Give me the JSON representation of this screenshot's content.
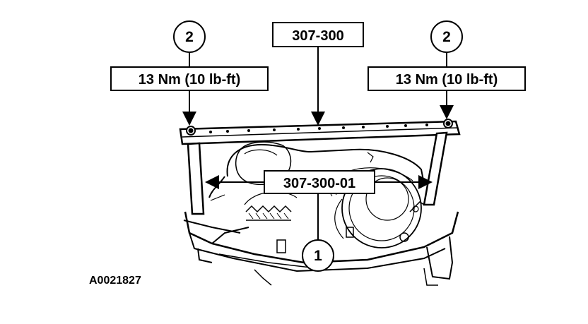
{
  "figure_id": "A0021827",
  "callouts": {
    "tool_main": "307-300",
    "tool_adapter": "307-300-01",
    "torque_left": "13 Nm (10 lb-ft)",
    "torque_right": "13 Nm (10 lb-ft)",
    "item_left": "2",
    "item_right": "2",
    "item_bottom": "1"
  },
  "colors": {
    "ink": "#000000",
    "paper": "#ffffff"
  }
}
